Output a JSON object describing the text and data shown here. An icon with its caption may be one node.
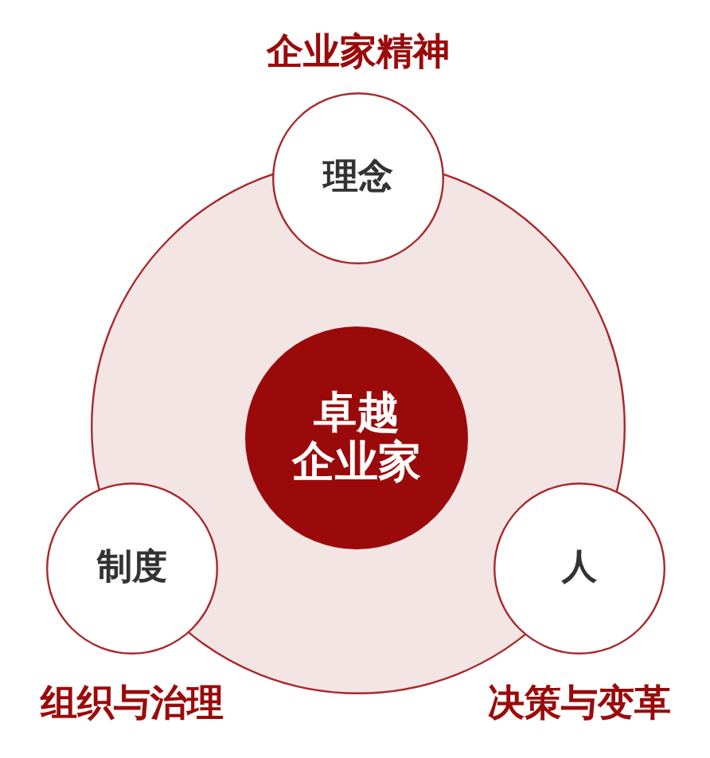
{
  "diagram": {
    "nodes": [
      {
        "text": [],
        "shape": "circle"
      },
      {
        "text": [
          "卓越企业家"
        ],
        "in": 0
      },
      {
        "text": [
          "理念"
        ],
        "beside": [
          "企业家精神"
        ]
      },
      {
        "text": [
          "制度"
        ],
        "beside": [
          "组织与治理"
        ]
      },
      {
        "text": [
          "人"
        ],
        "beside": [
          "决策与变革"
        ]
      }
    ]
  }
}
